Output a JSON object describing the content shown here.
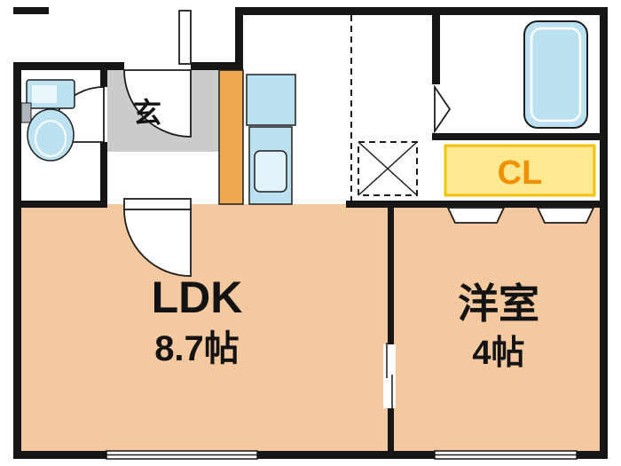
{
  "floorplan": {
    "entrance_label": "玄",
    "closet_label": "CL",
    "ldk": {
      "label": "LDK",
      "size": "8.7帖"
    },
    "western_room": {
      "label": "洋室",
      "size": "4帖"
    }
  },
  "colors": {
    "wall": "#161616",
    "floor": "#F5C9A0",
    "genkan_gray": "#C9CCC9",
    "step_orange": "#F0A851",
    "fixture_blue": "#BCE2F2",
    "fixture_blue_light": "#E0F2FA",
    "closet_fill": "#FFE990",
    "closet_text": "#F08F00"
  }
}
